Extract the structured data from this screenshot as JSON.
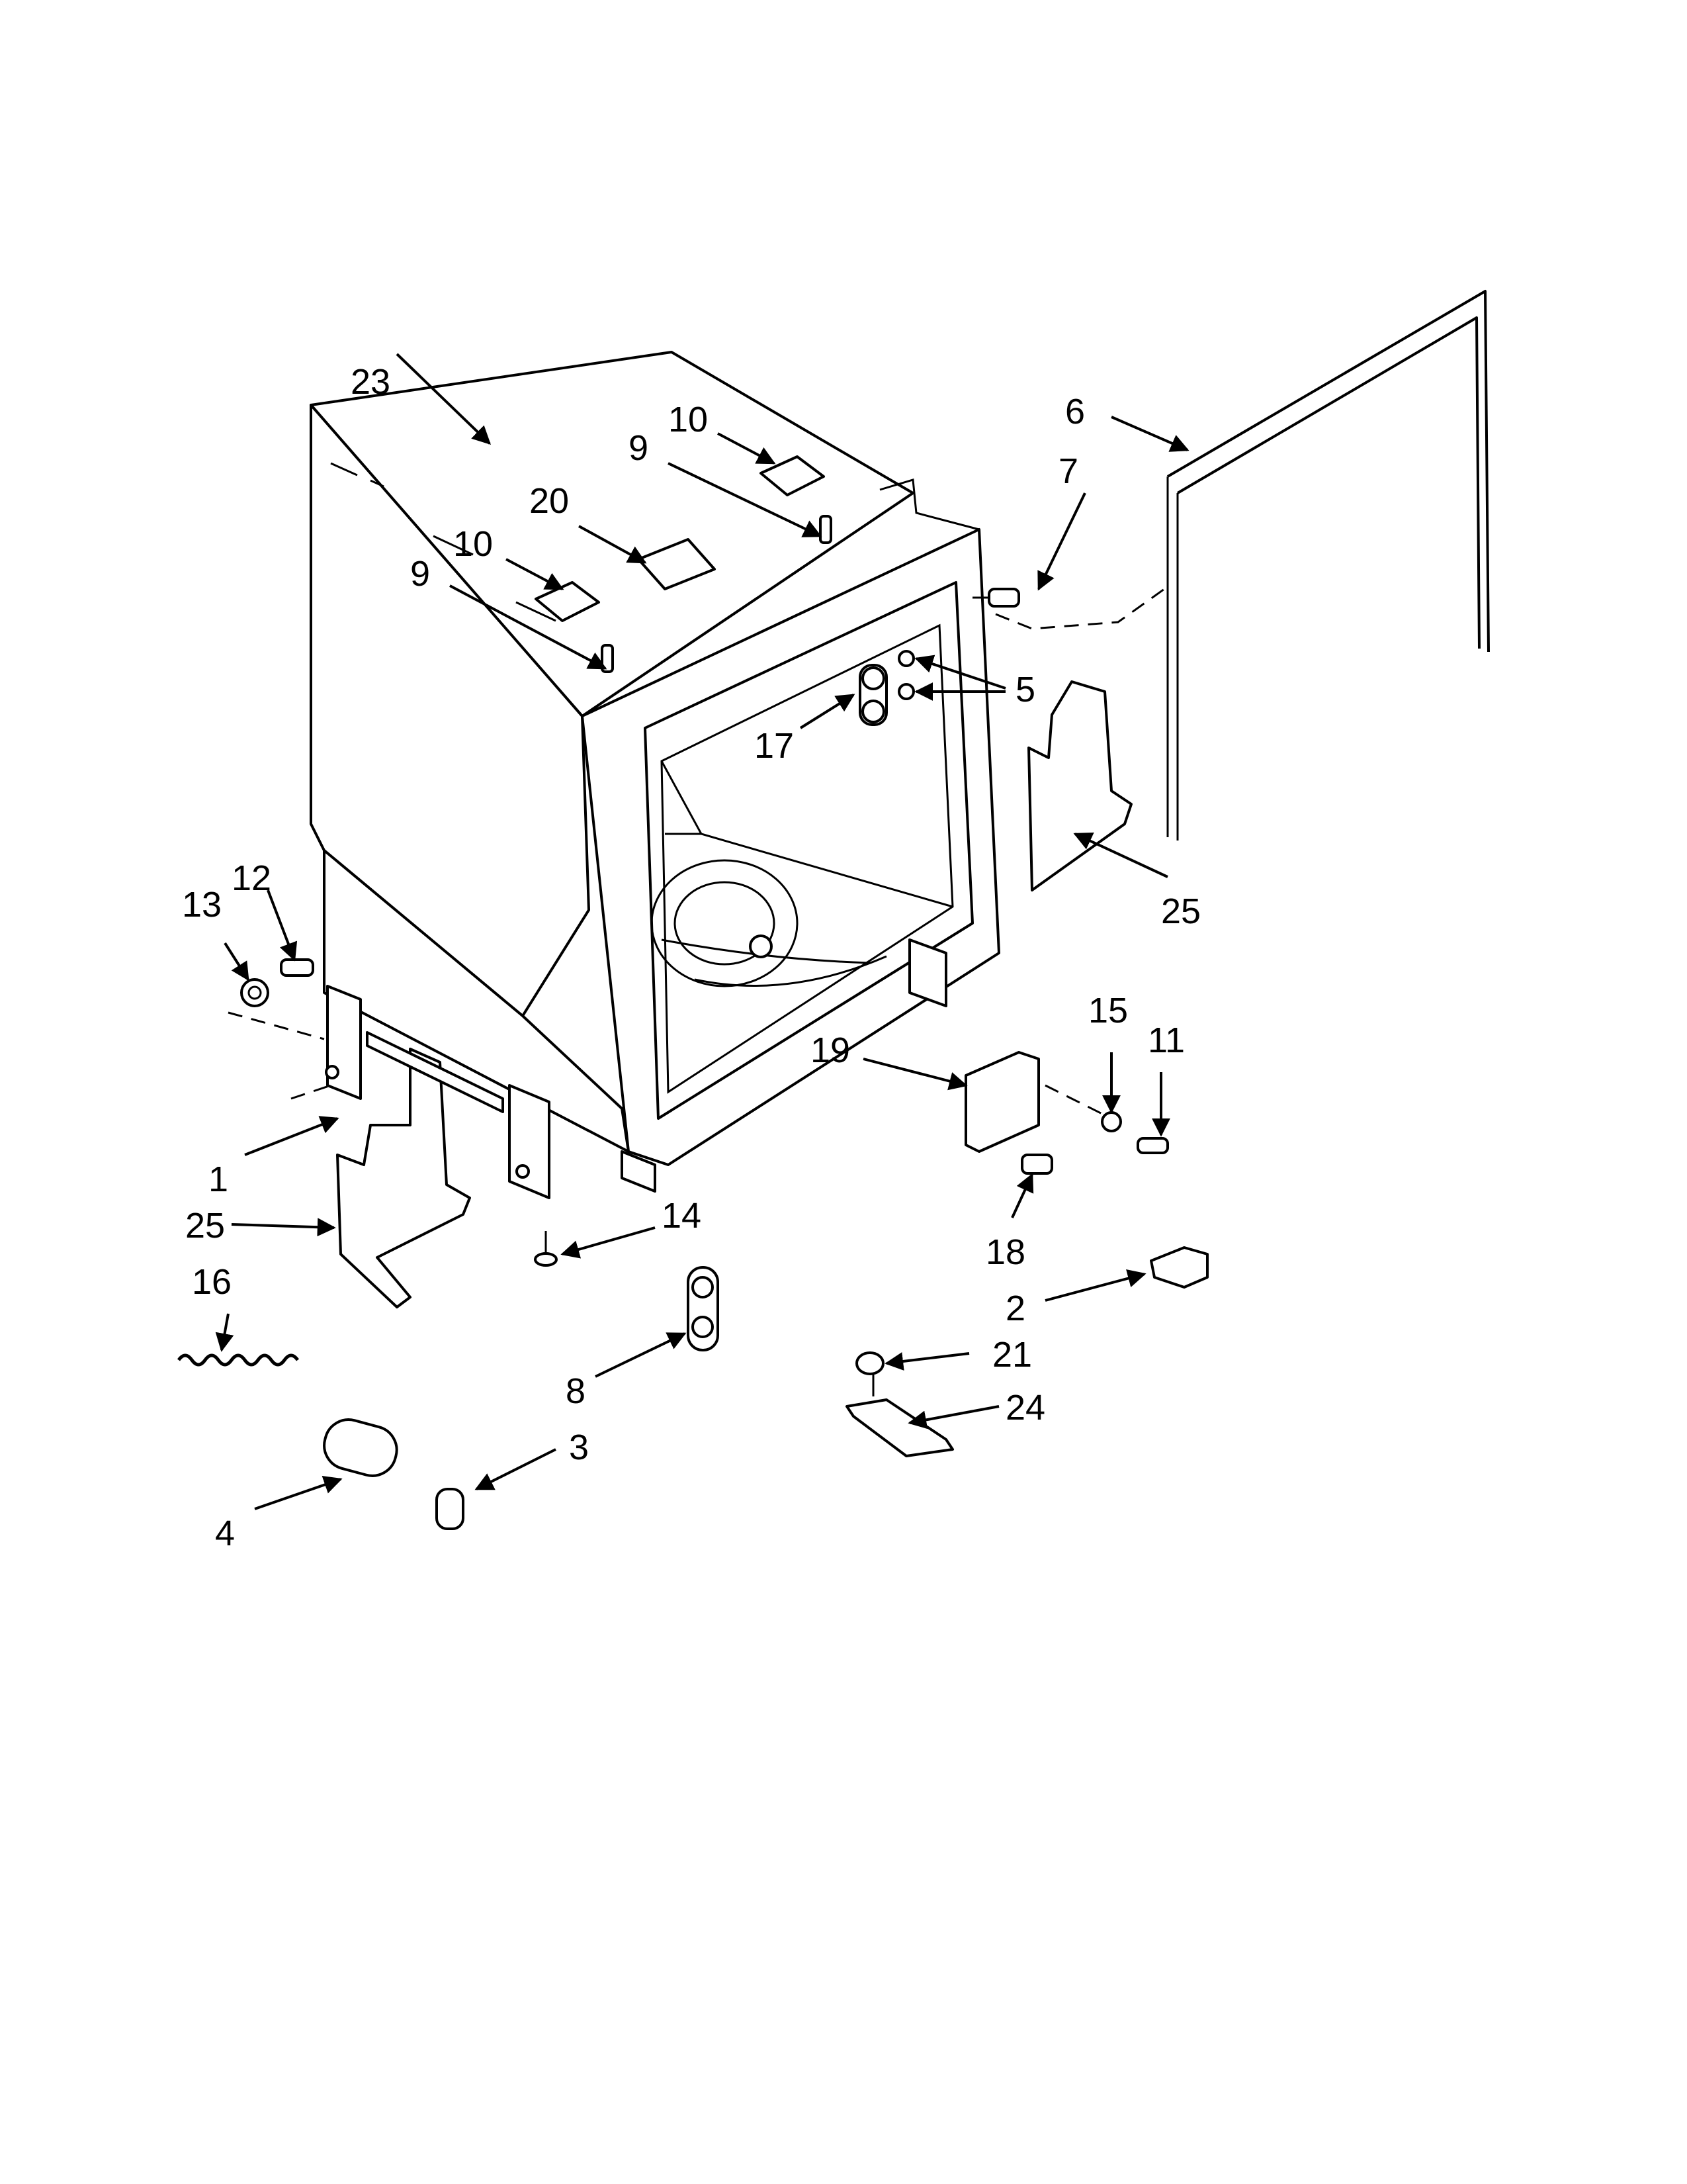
{
  "callouts": [
    {
      "id": "c23a",
      "text": "23"
    },
    {
      "id": "c10a",
      "text": "10"
    },
    {
      "id": "c9a",
      "text": "9"
    },
    {
      "id": "c20",
      "text": "20"
    },
    {
      "id": "c10b",
      "text": "10"
    },
    {
      "id": "c9b",
      "text": "9"
    },
    {
      "id": "c6",
      "text": "6"
    },
    {
      "id": "c7",
      "text": "7"
    },
    {
      "id": "c5",
      "text": "5"
    },
    {
      "id": "c17",
      "text": "17"
    },
    {
      "id": "c25a",
      "text": "25"
    },
    {
      "id": "c12",
      "text": "12"
    },
    {
      "id": "c13",
      "text": "13"
    },
    {
      "id": "c15",
      "text": "15"
    },
    {
      "id": "c11",
      "text": "11"
    },
    {
      "id": "c19",
      "text": "19"
    },
    {
      "id": "c1",
      "text": "1"
    },
    {
      "id": "c25b",
      "text": "25"
    },
    {
      "id": "c14",
      "text": "14"
    },
    {
      "id": "c18",
      "text": "18"
    },
    {
      "id": "c16",
      "text": "16"
    },
    {
      "id": "c2",
      "text": "2"
    },
    {
      "id": "c21",
      "text": "21"
    },
    {
      "id": "c8",
      "text": "8"
    },
    {
      "id": "c24",
      "text": "24"
    },
    {
      "id": "c3",
      "text": "3"
    },
    {
      "id": "c4",
      "text": "4"
    }
  ]
}
